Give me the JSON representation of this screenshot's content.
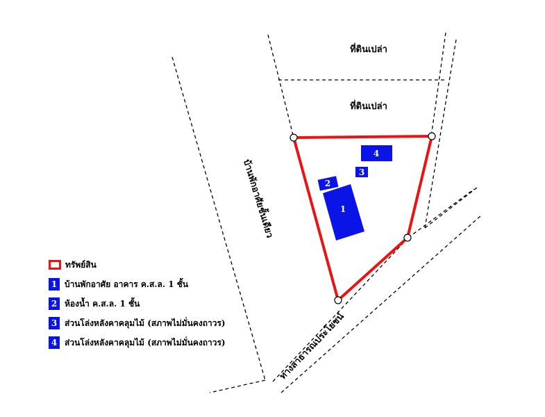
{
  "labels": {
    "empty_land_top": "ที่ดินเปล่า",
    "empty_land_mid": "ที่ดินเปล่า",
    "neighbor_house": "บ้านพักอาศัยชั้นเดียว",
    "public_way": "ทางสาธารณประโยชน์"
  },
  "buildings": [
    {
      "number": "1"
    },
    {
      "number": "2"
    },
    {
      "number": "3"
    },
    {
      "number": "4"
    }
  ],
  "legend": [
    {
      "marker": "",
      "text": "ทรัพย์สิน",
      "type": "property"
    },
    {
      "marker": "1",
      "text": "บ้านพักอาศัย อาคาร ค.ส.ล. 1 ชั้น",
      "type": "building"
    },
    {
      "marker": "2",
      "text": "ห้องน้ำ ค.ส.ล. 1 ชั้น",
      "type": "building"
    },
    {
      "marker": "3",
      "text": "ส่วนโล่งหลังคาคลุมไม้ (สภาพไม่มั่นคงถาวร)",
      "type": "building"
    },
    {
      "marker": "4",
      "text": "ส่วนโล่งหลังคาคลุมไม้ (สภาพไม่มั่นคงถาวร)",
      "type": "building"
    }
  ],
  "colors": {
    "boundary": "#ee1111",
    "building": "#0a14e6",
    "lines": "#000000"
  }
}
